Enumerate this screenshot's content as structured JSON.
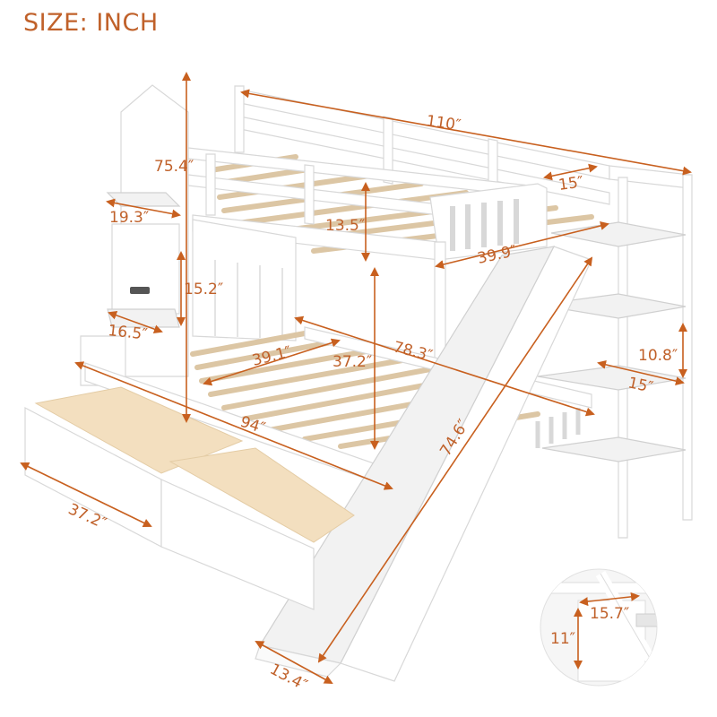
{
  "title": "SIZE: INCH",
  "colors": {
    "annotation": "#c0612a",
    "arrow": "#c8601f",
    "furniture": "#ffffff",
    "slats": "#dcc6a4",
    "drawer_interior": "#f3dfbf"
  },
  "product": "Twin over twin bunk bed with stair storage, slide and two under-bed drawers",
  "dimensions": {
    "overall_length": "110″",
    "overall_height": "75.4″",
    "stair_depth_top": "19.3″",
    "guardrail_height": "13.5″",
    "top_bunk_opening": "15″",
    "top_bunk_width": "39.9″",
    "stair_step_height": "15.2″",
    "stair_step_depth": "16.5″",
    "lower_bunk_width": "39.1″",
    "lower_clearance": "37.2″",
    "lower_bunk_length": "78.3″",
    "shelf_height": "10.8″",
    "shelf_depth": "15″",
    "base_length": "94″",
    "drawer_length": "37.2″",
    "slide_length": "74.6″",
    "slide_width": "13.4″",
    "inset_width": "15.7″",
    "inset_height": "11″"
  }
}
